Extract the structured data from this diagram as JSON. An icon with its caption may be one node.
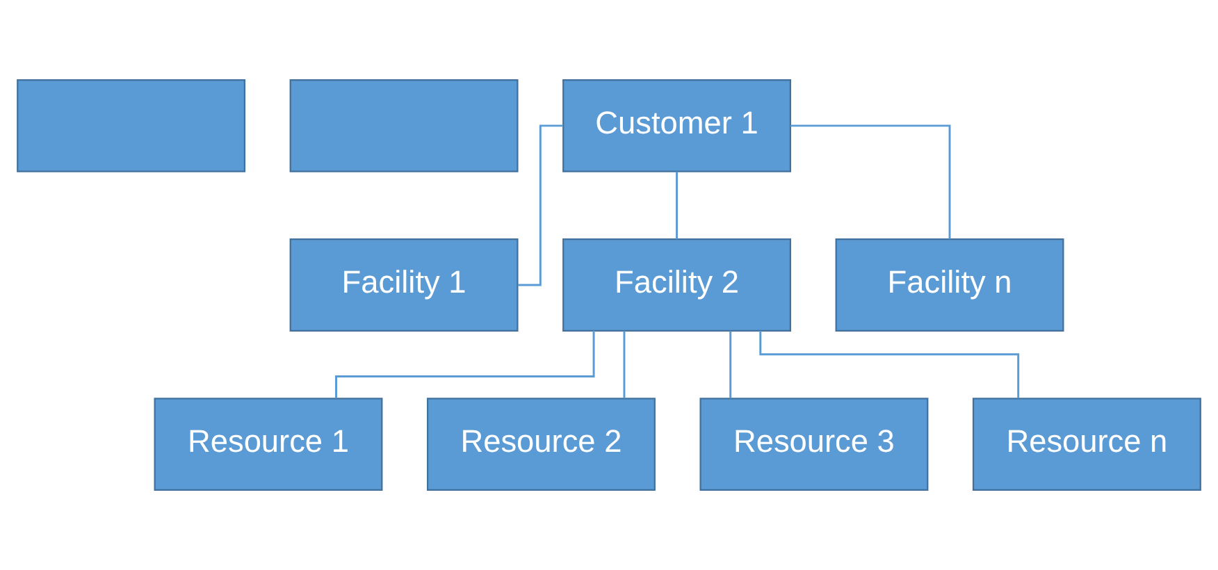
{
  "diagram": {
    "nodes": [
      {
        "text": [],
        "shape": "box"
      },
      {
        "text": [],
        "shape": "box"
      },
      {
        "text": [
          "Customer 1"
        ]
      },
      {
        "text": [
          "Facility 1"
        ]
      },
      {
        "text": [
          "Facility 2"
        ]
      },
      {
        "text": [
          "Facility n"
        ]
      },
      {
        "text": [
          "Resource 1"
        ]
      },
      {
        "text": [
          "Resource 2"
        ]
      },
      {
        "text": [
          "Resource 3"
        ]
      },
      {
        "text": [
          "Resource n"
        ]
      }
    ],
    "edges": [
      {
        "from": 2,
        "to": 3,
        "arrow": "none"
      },
      {
        "from": 2,
        "to": 4,
        "arrow": "none"
      },
      {
        "from": 2,
        "to": 5,
        "arrow": "none"
      },
      {
        "from": 4,
        "to": 6,
        "arrow": "none"
      },
      {
        "from": 4,
        "to": 7,
        "arrow": "none"
      },
      {
        "from": 4,
        "to": 8,
        "arrow": "none"
      },
      {
        "from": 4,
        "to": 9,
        "arrow": "none"
      }
    ]
  }
}
